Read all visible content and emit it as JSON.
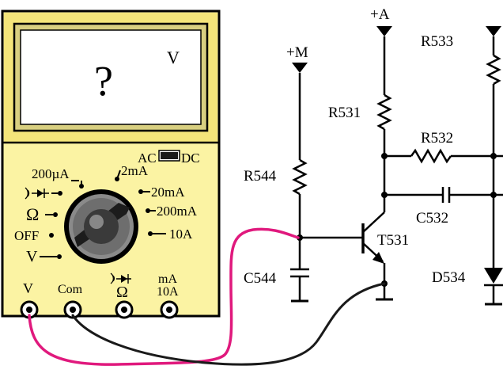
{
  "meter": {
    "display_value": "?",
    "display_unit": "V",
    "ac_label": "AC",
    "dc_label": "DC",
    "ranges": {
      "r200ua": "200µA",
      "r2ma": "2mA",
      "r20ma": "20mA",
      "r200ma": "200mA",
      "r10a": "10A",
      "ohm": "Ω",
      "off": "OFF",
      "v": "V"
    },
    "jacks": {
      "v": "V",
      "com": "Com",
      "ohm": "Ω",
      "ma_line1": "mA",
      "ma_line2": "10A"
    },
    "colors": {
      "body": "#fbf3a3",
      "frame": "#f4e57a",
      "probe_red": "#e0197d",
      "probe_black": "#1a1a1a"
    }
  },
  "circuit": {
    "supply_a": "+A",
    "supply_m": "+M",
    "r531": "R531",
    "r532": "R532",
    "r533": "R533",
    "r544": "R544",
    "c532": "C532",
    "c544": "C544",
    "t531": "T531",
    "d534": "D534"
  }
}
